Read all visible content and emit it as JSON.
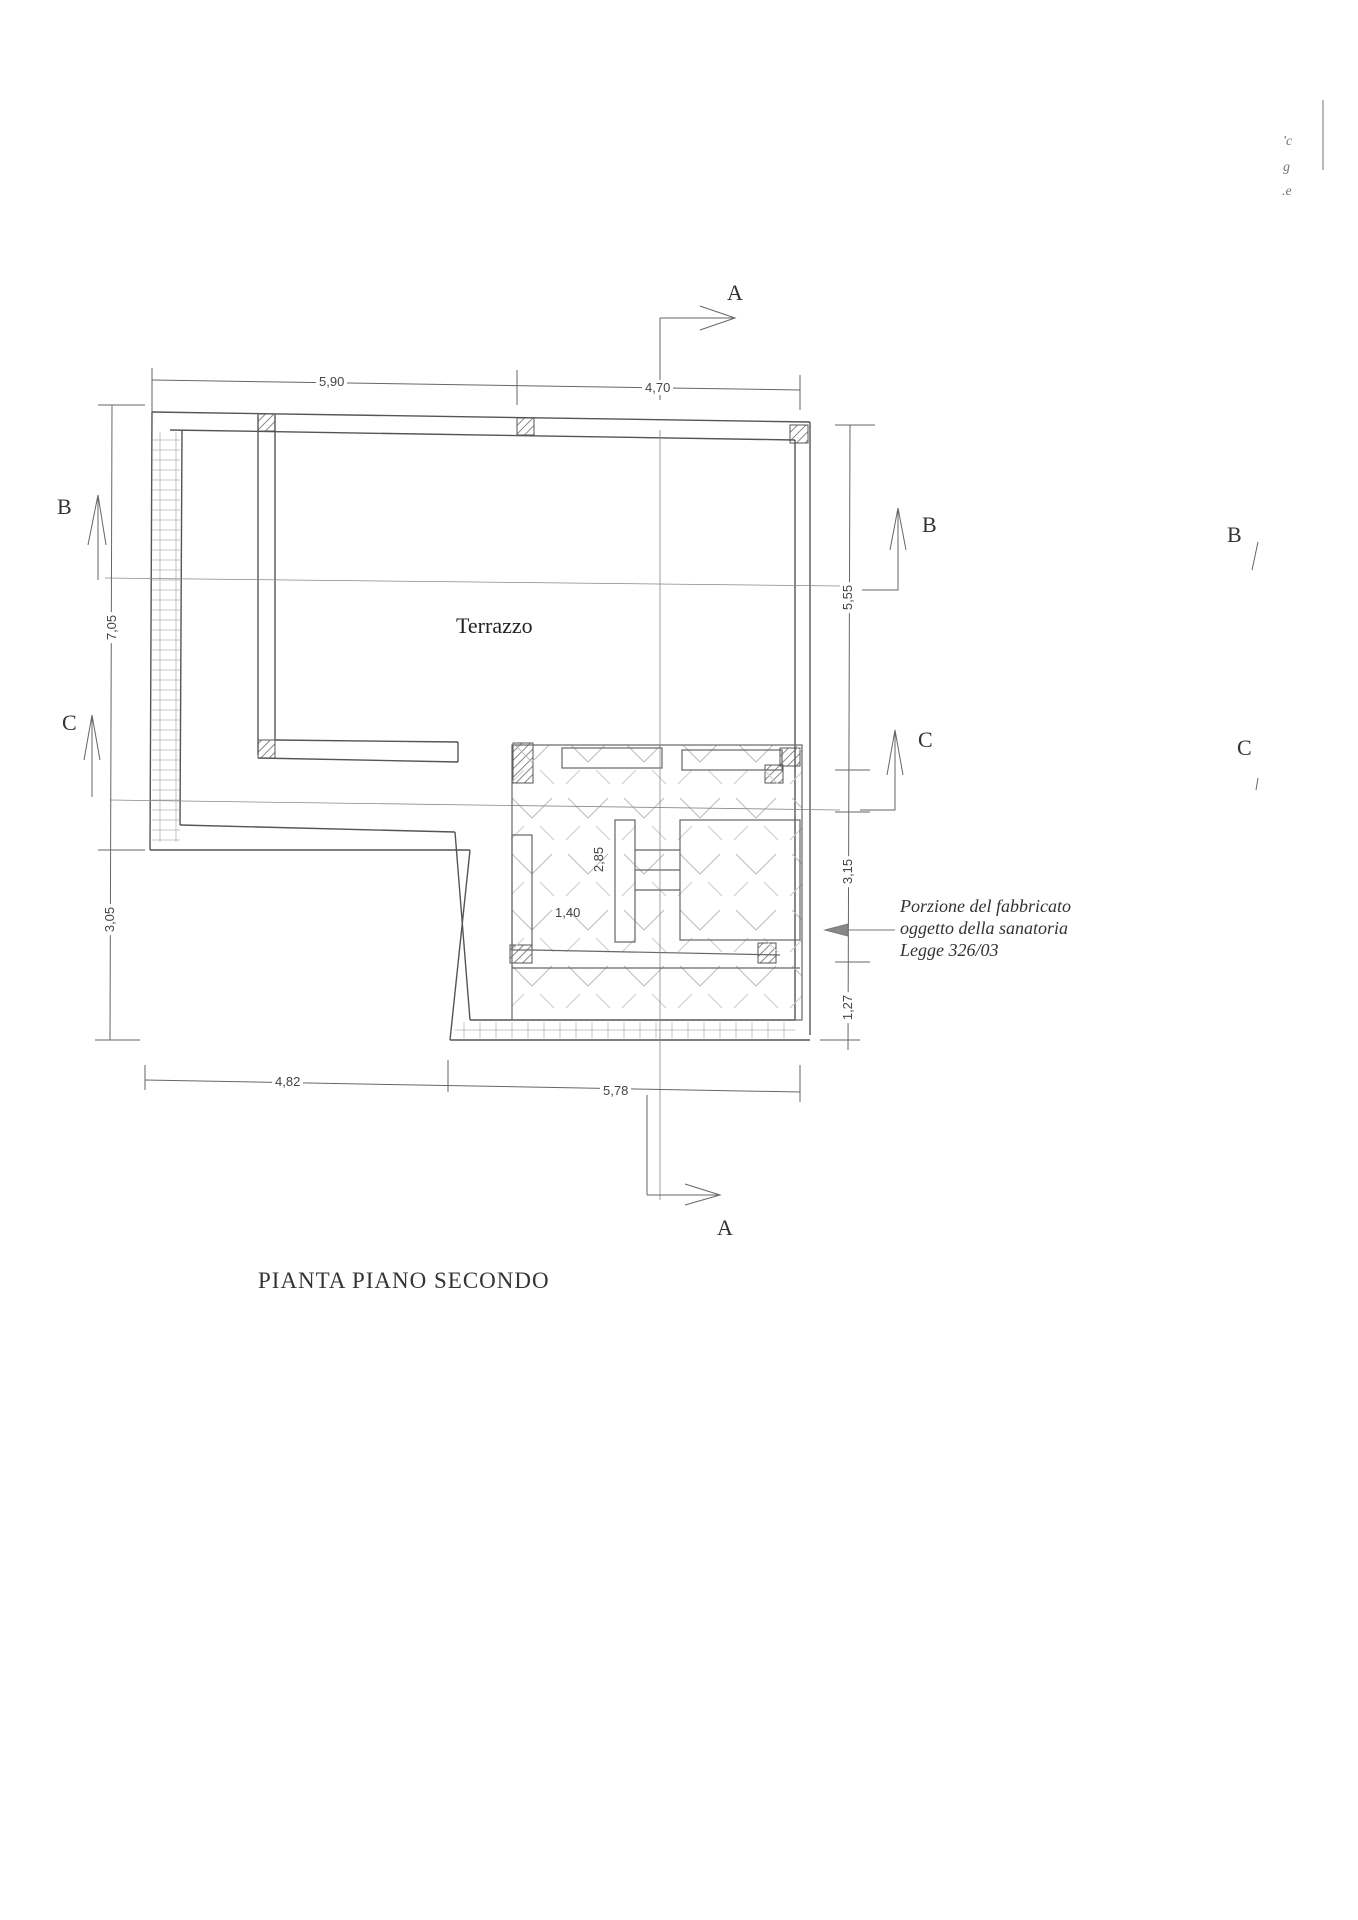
{
  "drawing": {
    "title": "PIANTA PIANO SECONDO",
    "room_label": "Terrazzo",
    "note": {
      "line1": "Porzione del fabbricato",
      "line2": "oggetto della sanatoria",
      "line3": "Legge 326/03"
    },
    "sections": {
      "a_top": "A",
      "a_bottom": "A",
      "b_left": "B",
      "b_right": "B",
      "b_far": "B",
      "c_left": "C",
      "c_right": "C",
      "c_far": "C"
    },
    "dimensions": {
      "top_left": "5,90",
      "top_right": "4,70",
      "left_upper": "7,05",
      "left_lower": "3,05",
      "right_upper": "5,55",
      "right_middle": "3,15",
      "right_lower": "1,27",
      "bottom_left": "4,82",
      "bottom_right": "5,78",
      "stair_height": "2,85",
      "stair_width": "1,40"
    },
    "margin_marks": [
      "'c",
      "g",
      ".e"
    ],
    "colors": {
      "line": "#555555",
      "hatch": "#666666",
      "paper": "#ffffff"
    }
  }
}
